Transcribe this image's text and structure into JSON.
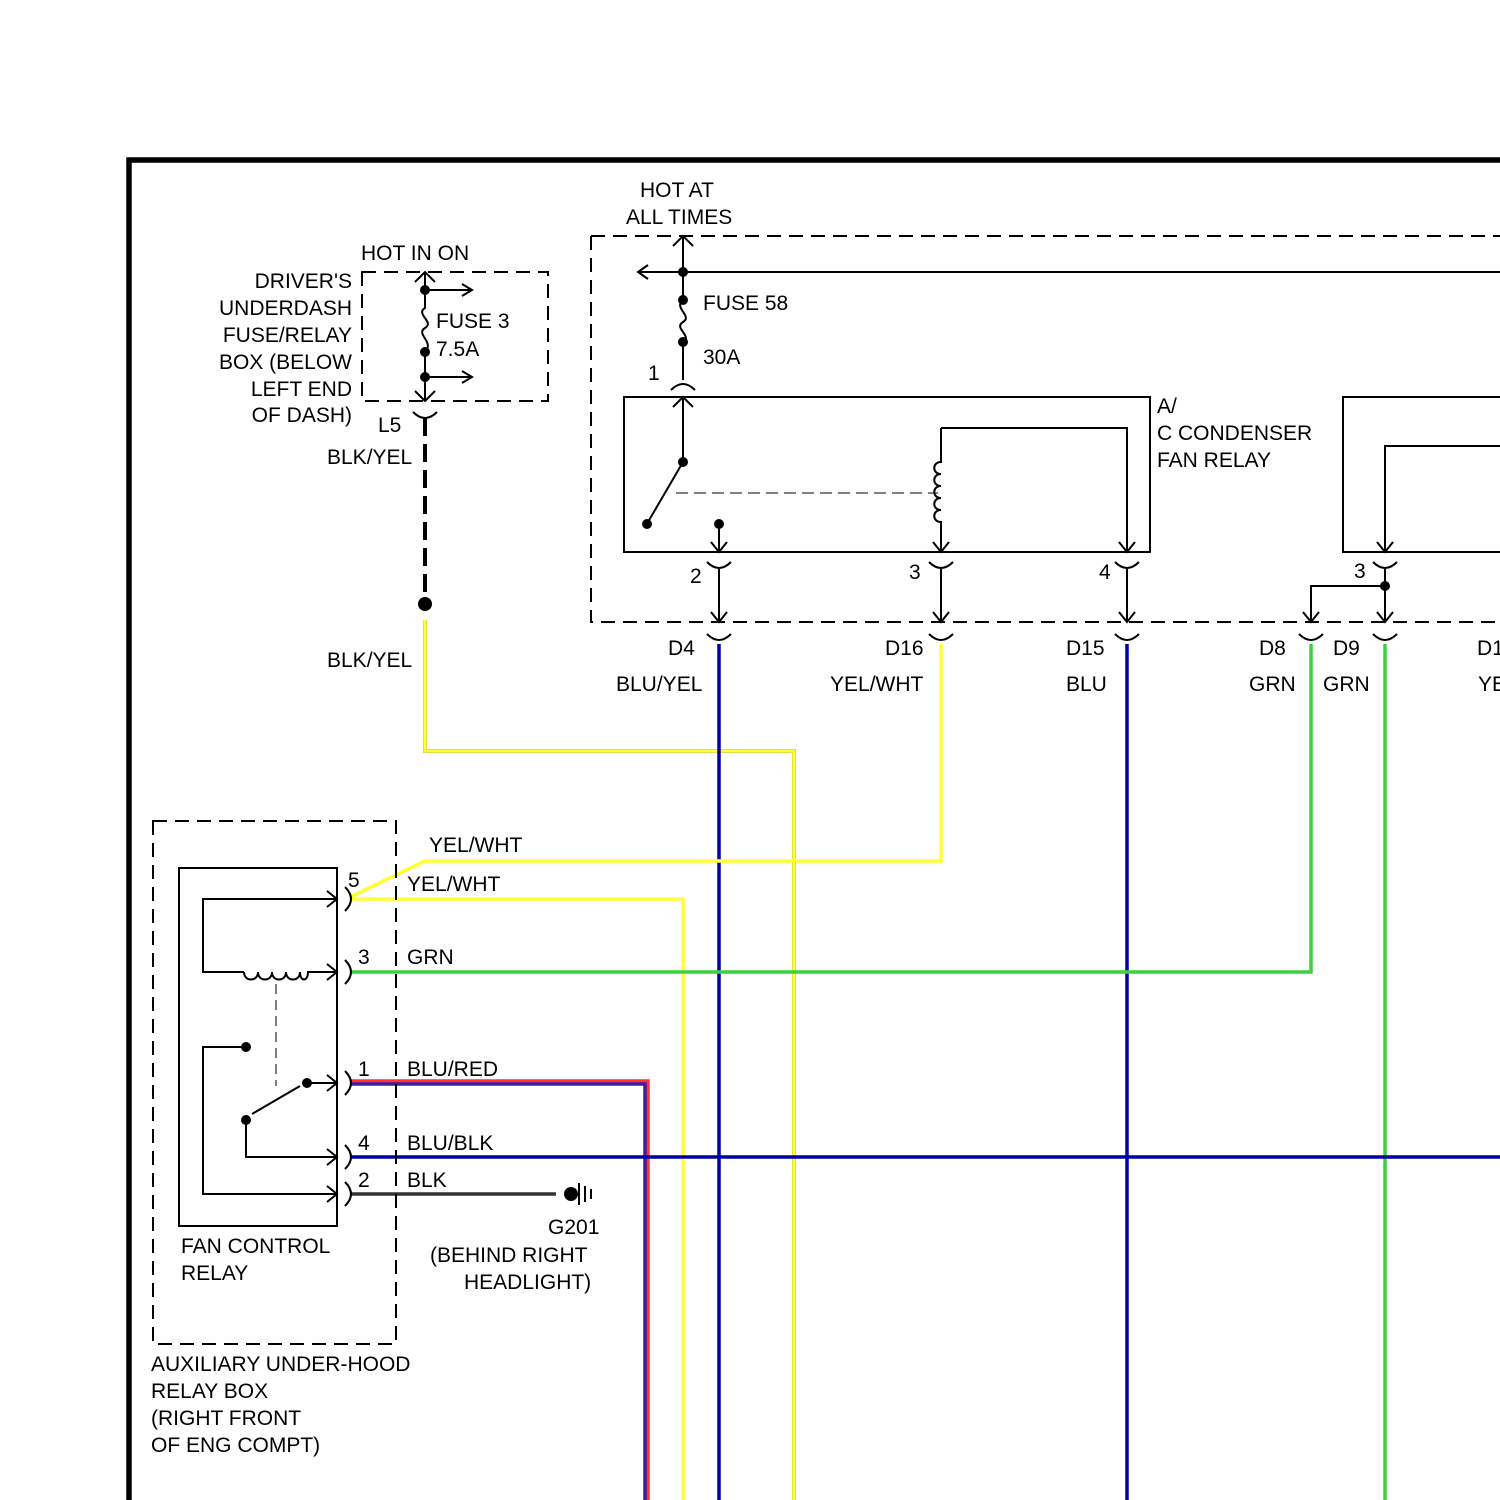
{
  "labels": {
    "hot_at_all_times_1": "HOT AT",
    "hot_at_all_times_2": "ALL TIMES",
    "hot_in_on": "HOT IN ON",
    "drivers_box": [
      "DRIVER'S",
      "UNDERDASH",
      "FUSE/RELAY",
      "BOX (BELOW",
      "LEFT END",
      "OF DASH)"
    ],
    "fuse3_name": "FUSE 3",
    "fuse3_rating": "7.5A",
    "fuse58_name": "FUSE 58",
    "fuse58_rating": "30A",
    "pin_fuse58": "1",
    "ac_relay": [
      "A/",
      "C CONDENSER",
      "FAN RELAY"
    ],
    "ac_pins": [
      "2",
      "3",
      "4"
    ],
    "right_relay_pin": "3",
    "connector_l5": "L5",
    "blk_yel_top": "BLK/YEL",
    "blk_yel_bottom": "BLK/YEL",
    "connectors": [
      "D4",
      "D16",
      "D15",
      "D8",
      "D9",
      "D1"
    ],
    "wire_colors": [
      "BLU/YEL",
      "YEL/WHT",
      "BLU",
      "GRN",
      "GRN",
      "YE"
    ],
    "fan_relay_pins": [
      "5",
      "3",
      "1",
      "4",
      "2"
    ],
    "fan_relay_wires": [
      "YEL/WHT",
      "YEL/WHT",
      "GRN",
      "BLU/RED",
      "BLU/BLK",
      "BLK"
    ],
    "fan_relay_name": [
      "FAN CONTROL",
      "RELAY"
    ],
    "ground": [
      "G201",
      "(BEHIND RIGHT",
      "HEADLIGHT)"
    ],
    "aux_box": [
      "AUXILIARY UNDER-HOOD",
      "RELAY BOX",
      "(RIGHT FRONT",
      "OF ENG COMPT)"
    ]
  },
  "colors": {
    "yellow": "#ffff33",
    "blue": "#0000a8",
    "green": "#3cd23c",
    "purple_red": "#6a1a9e",
    "black": "#000000"
  }
}
